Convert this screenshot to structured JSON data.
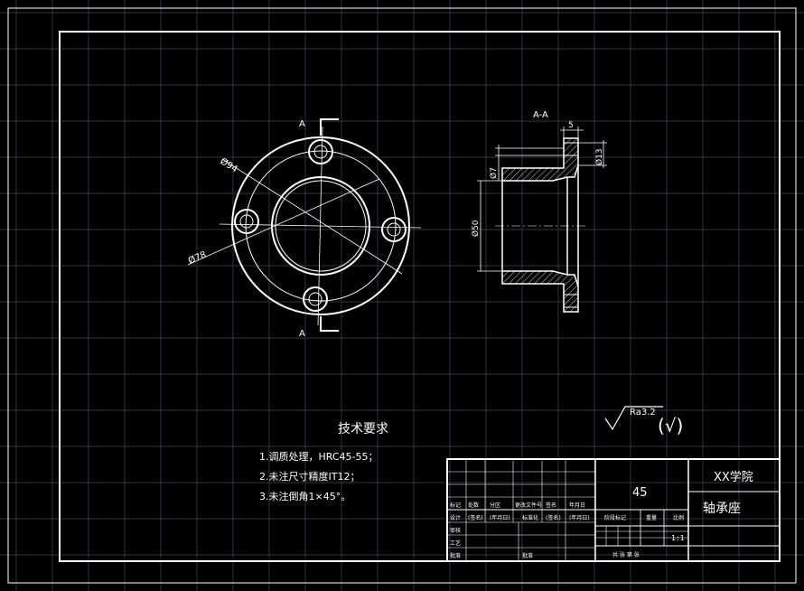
{
  "section_labels": {
    "cut_top": "A",
    "cut_bottom": "A",
    "section_title": "A-A"
  },
  "dims": {
    "d94": "Ø94",
    "d78": "Ø78",
    "w5": "5",
    "d13": "Ø13",
    "d7": "Ø7",
    "d50": "Ø50"
  },
  "roughness": {
    "value": "Ra3.2",
    "symbol": "(√)"
  },
  "tech": {
    "title": "技术要求",
    "items": [
      "1.调质处理，HRC45-55；",
      "2.未注尺寸精度IT12；",
      "3.未注倒角1×45°。"
    ]
  },
  "title_block": {
    "material": "45",
    "school": "XX学院",
    "part_name": "轴承座",
    "scale": "1:1",
    "rev_header": [
      "标记",
      "处数",
      "分区",
      "更改文件号",
      "签名",
      "年月日"
    ],
    "design_row": [
      "设计",
      "(签名)",
      "(年月日)",
      "标准化",
      "(签名)",
      "(年月日)"
    ],
    "stage_header": [
      "阶段标记",
      "重量",
      "比例"
    ],
    "review": "审核",
    "process": "工艺",
    "approve": "批准",
    "sheet_info": "共  张  第  张"
  },
  "colors": {
    "background": "#000000",
    "grid": "#2b3342",
    "lines": "#ffffff"
  }
}
